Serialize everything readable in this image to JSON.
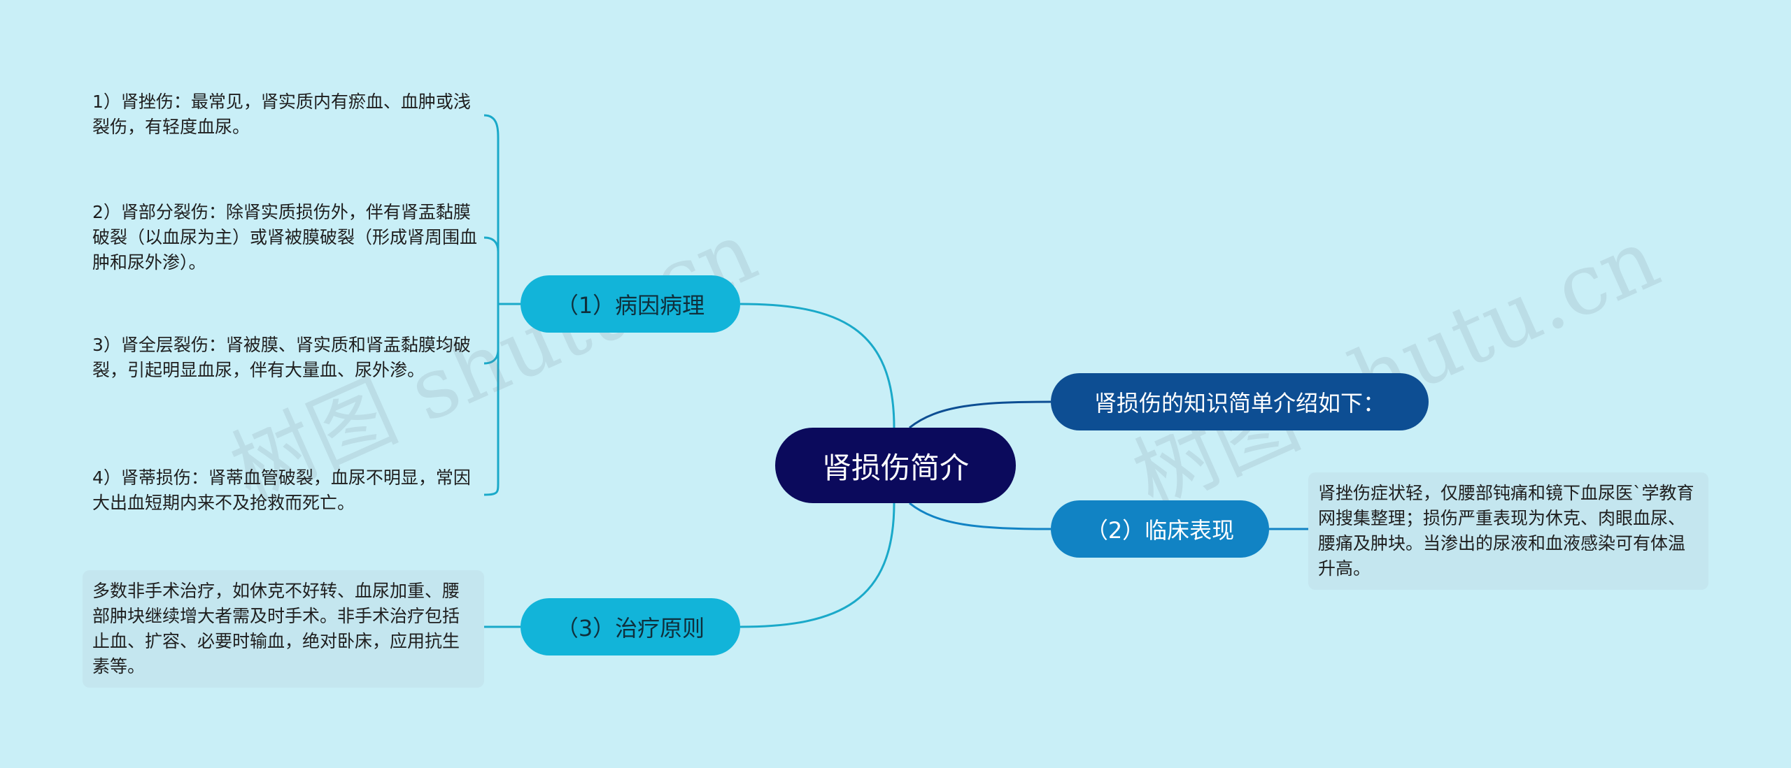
{
  "center": {
    "label": "肾损伤简介"
  },
  "branches": {
    "cause": {
      "label": "（1）病因病理"
    },
    "treatment": {
      "label": "（3）治疗原则"
    },
    "intro": {
      "label": "肾损伤的知识简单介绍如下："
    },
    "clinical": {
      "label": "（2）临床表现"
    }
  },
  "leaves": {
    "cause": [
      "1）肾挫伤：最常见，肾实质内有瘀血、血肿或浅裂伤，有轻度血尿。",
      "2）肾部分裂伤：除肾实质损伤外，伴有肾盂黏膜破裂（以血尿为主）或肾被膜破裂（形成肾周围血肿和尿外渗）。",
      "3）肾全层裂伤：肾被膜、肾实质和肾盂黏膜均破裂，引起明显血尿，伴有大量血、尿外渗。",
      "4）肾蒂损伤：肾蒂血管破裂，血尿不明显，常因大出血短期内来不及抢救而死亡。"
    ],
    "treatment": "多数非手术治疗，如休克不好转、血尿加重、腰部肿块继续增大者需及时手术。非手术治疗包括止血、扩容、必要时输血，绝对卧床，应用抗生素等。",
    "clinical": "肾挫伤症状轻，仅腰部钝痛和镜下血尿医`学教育网搜集整理；损伤严重表现为休克、肉眼血尿、腰痛及肿块。当渗出的尿液和血液感染可有体温升高。"
  },
  "watermarks": [
    "树图 shutu.cn",
    "树图 shutu.cn"
  ],
  "colors": {
    "background": "#c9eff7",
    "center": "#0b0a5c",
    "branch_light": "#12b4d9",
    "branch_dark": "#0d4e93",
    "branch_mid": "#1183c4",
    "line_light": "#1aa9c9",
    "line_dark": "#0d4e93"
  }
}
